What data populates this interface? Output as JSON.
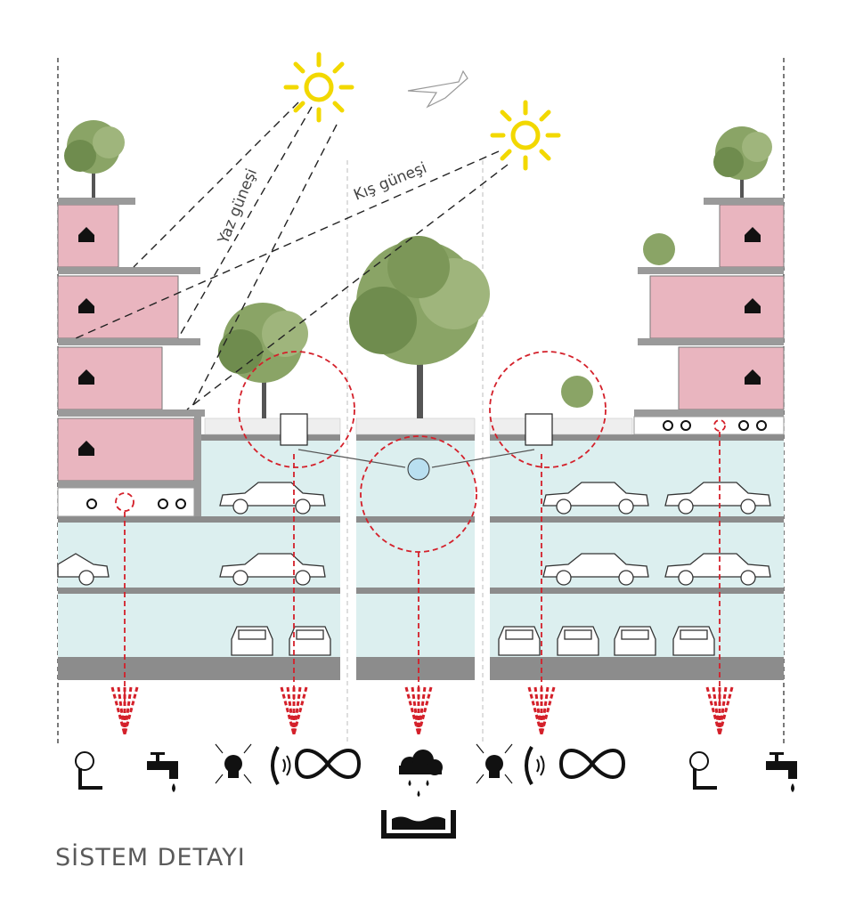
{
  "diagram": {
    "title": "SİSTEM DETAYI",
    "labels": {
      "summer_sun": "Yaz güneşi",
      "winter_sun": "Kış güneşi"
    },
    "colors": {
      "housing": "#e9b5bf",
      "underground": "#dcefef",
      "slab": "#8c8c8c",
      "sun": "#f2d800",
      "system_line": "#d4202a",
      "tree": "#7f9a5c"
    },
    "icons": [
      "sprinkler-icon",
      "faucet-icon",
      "skull-lamp-icon",
      "phone-signal-icon",
      "infinity-plug-icon",
      "rain-collection-icon",
      "skull-lamp-icon",
      "phone-signal-icon",
      "infinity-plug-icon",
      "sprinkler-icon",
      "faucet-icon"
    ]
  }
}
